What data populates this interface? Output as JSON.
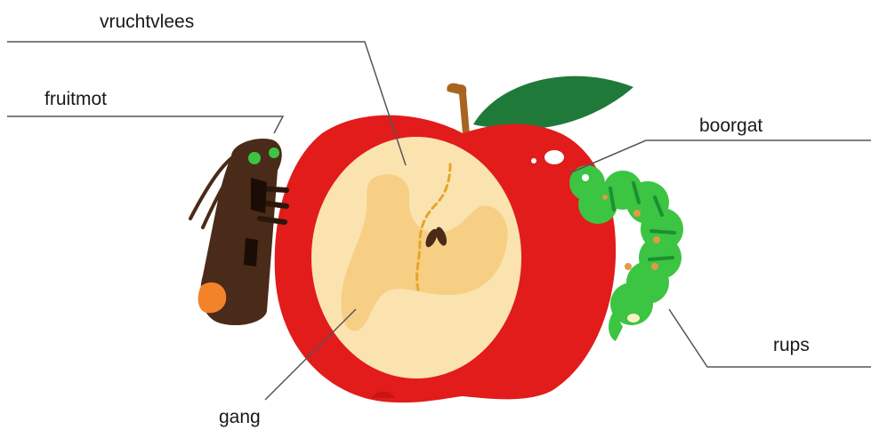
{
  "labels": {
    "vruchtvlees": "vruchtvlees",
    "fruitmot": "fruitmot",
    "boorgat": "boorgat",
    "rups": "rups",
    "gang": "gang"
  },
  "colors": {
    "apple_skin": "#e21b1b",
    "flesh": "#fbe3b0",
    "tunnel": "#f6cf85",
    "leaf": "#1f7a3a",
    "stem": "#a9641f",
    "caterpillar": "#3cc443",
    "moth": "#4a2a18",
    "leader_line": "#555555"
  },
  "icons": [
    "apple",
    "moth",
    "caterpillar",
    "leaf"
  ]
}
